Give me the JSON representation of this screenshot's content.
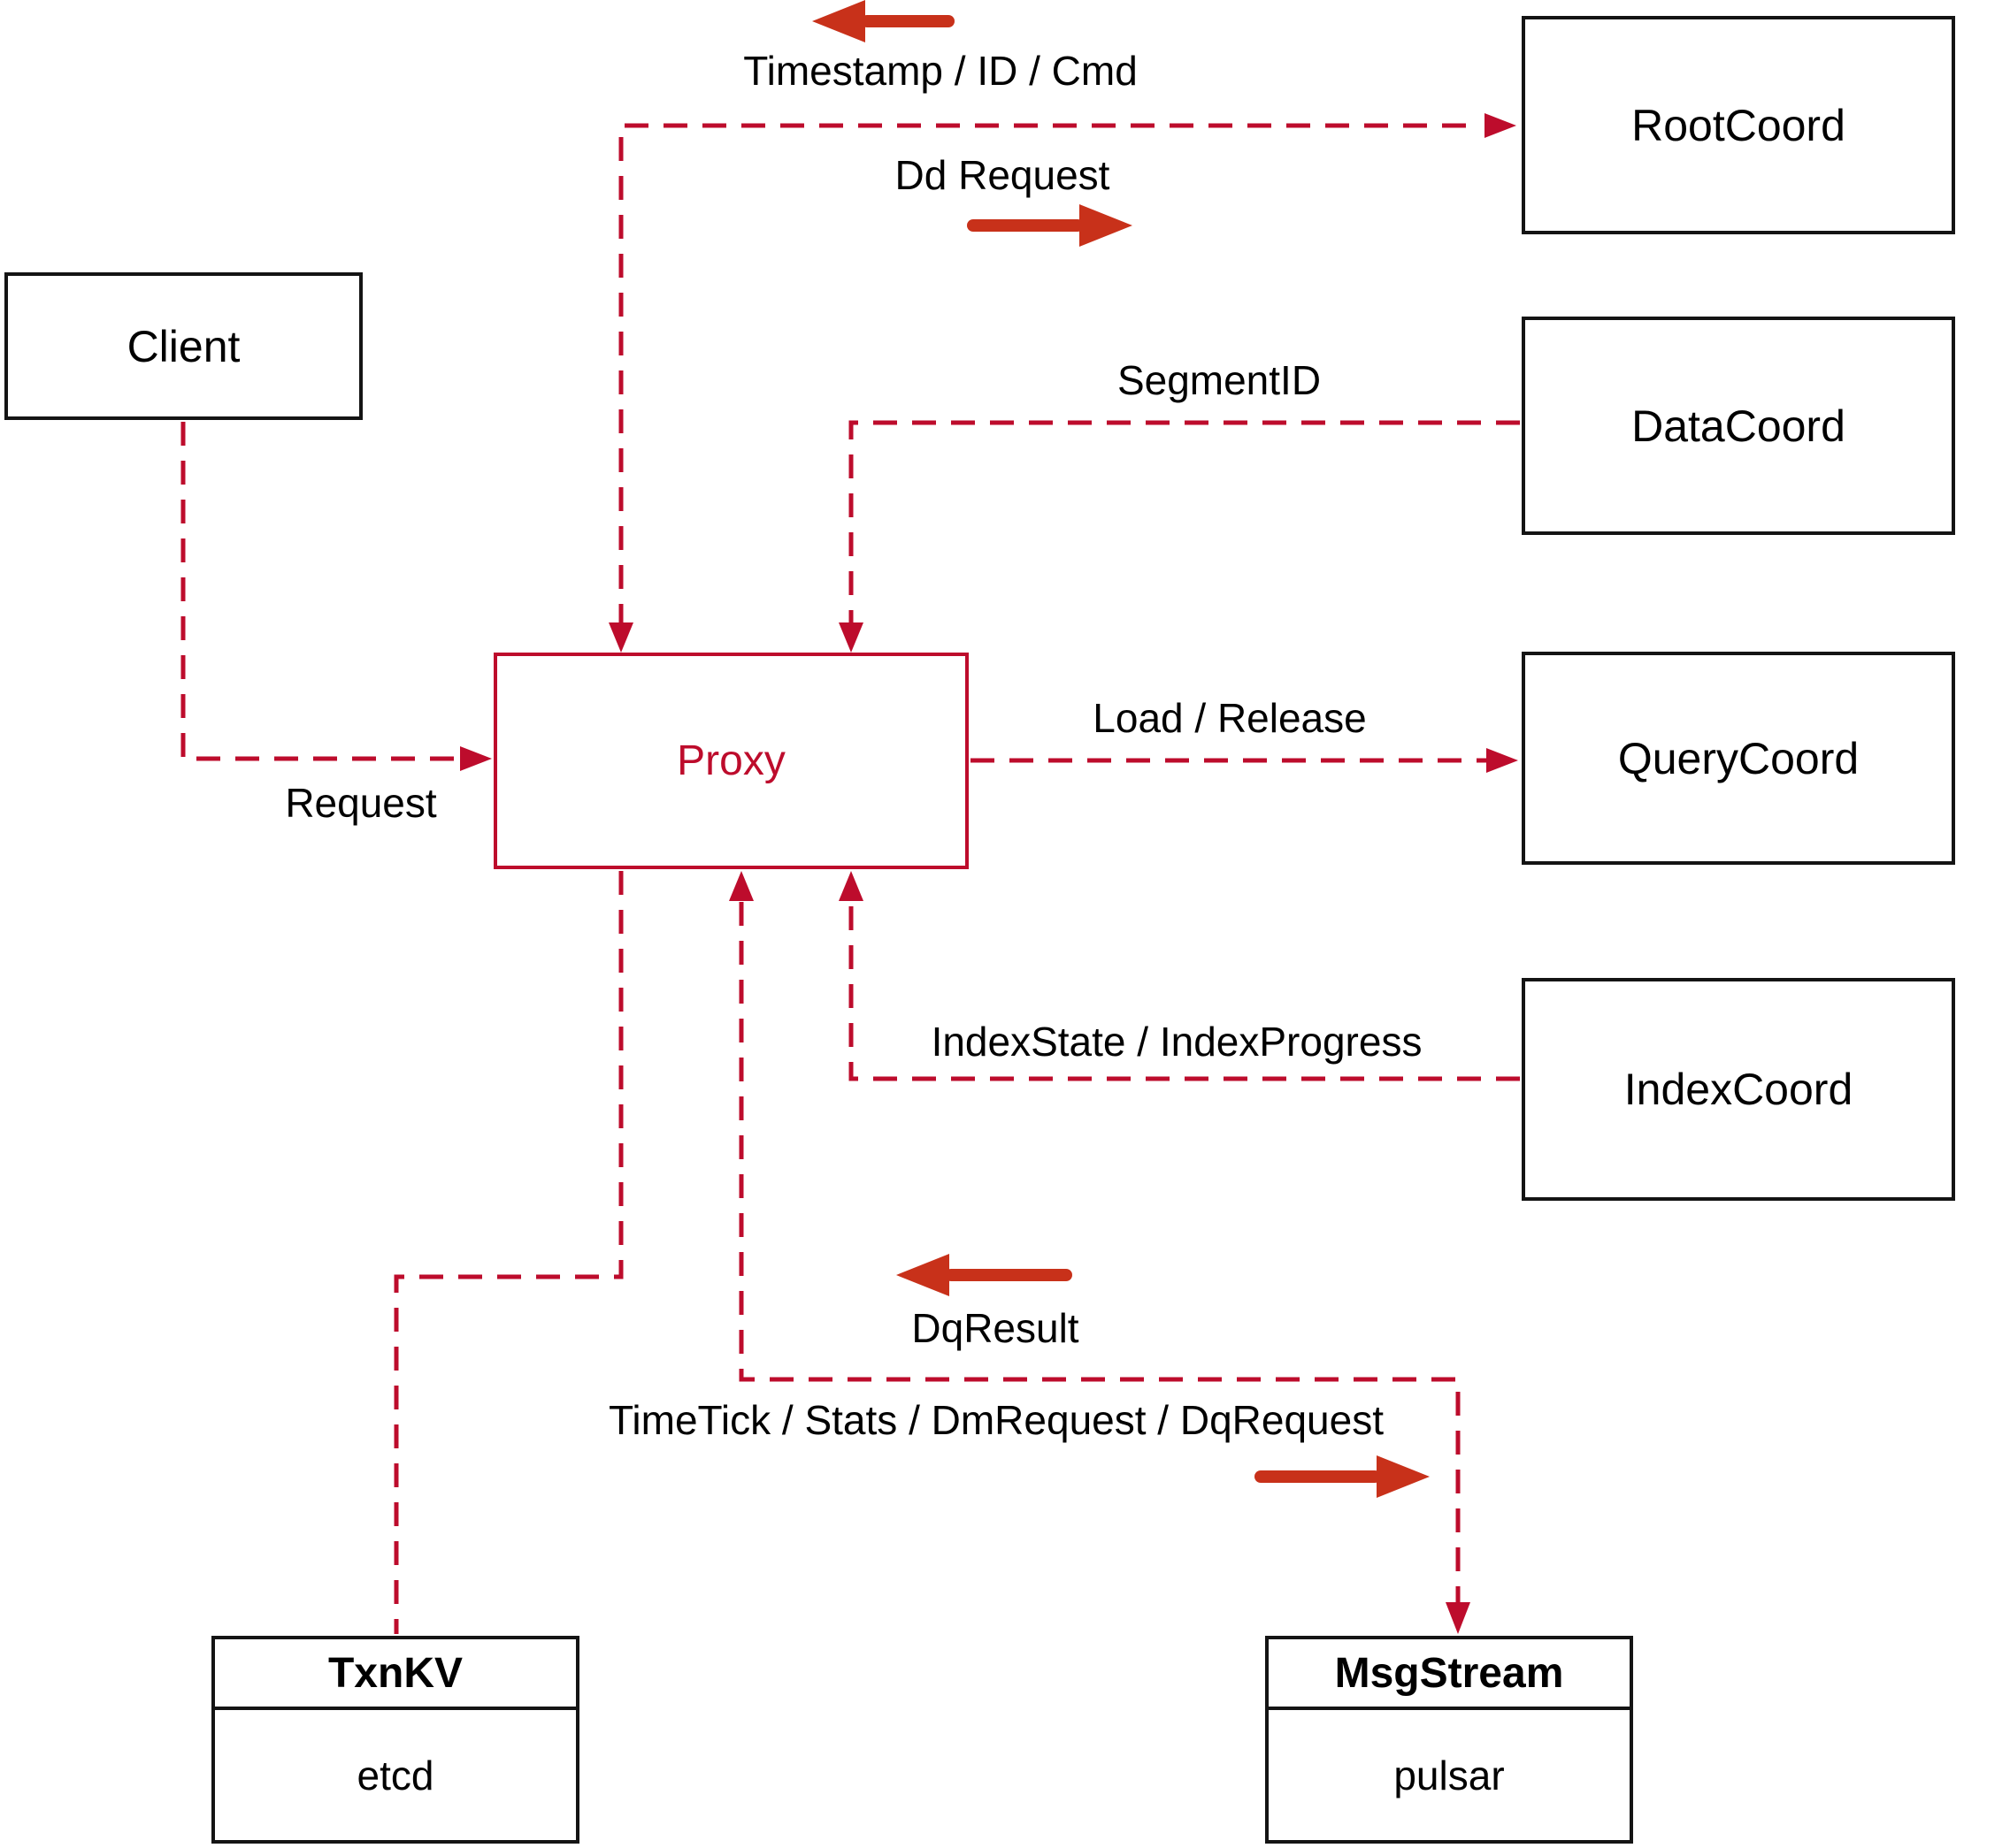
{
  "colors": {
    "background": "#ffffff",
    "line_red": "#bd0c2c",
    "arrow_red": "#c8311a",
    "box_border": "#141414",
    "text": "#000000"
  },
  "diagram": {
    "nodes": {
      "client": {
        "label": "Client"
      },
      "proxy": {
        "label": "Proxy"
      },
      "root_coord": {
        "label": "RootCoord"
      },
      "data_coord": {
        "label": "DataCoord"
      },
      "query_coord": {
        "label": "QueryCoord"
      },
      "index_coord": {
        "label": "IndexCoord"
      },
      "txn_kv": {
        "title": "TxnKV",
        "impl": "etcd"
      },
      "msg_stream": {
        "title": "MsgStream",
        "impl": "pulsar"
      }
    },
    "edge_labels": {
      "timestamp": "Timestamp / ID / Cmd",
      "dd_request": "Dd Request",
      "segment_id": "SegmentID",
      "request": "Request",
      "load_release": "Load / Release",
      "index_state": "IndexState / IndexProgress",
      "dq_result": "DqResult",
      "time_tick": "TimeTick / Stats / DmRequest / DqRequest"
    },
    "connections": [
      {
        "from": "RootCoord",
        "to": "Proxy",
        "style": "dashed",
        "arrows": "both",
        "labels": [
          "Timestamp / ID / Cmd",
          "Dd Request"
        ]
      },
      {
        "from": "DataCoord",
        "to": "Proxy",
        "style": "dashed",
        "arrows": "to-proxy",
        "labels": [
          "SegmentID"
        ]
      },
      {
        "from": "Client",
        "to": "Proxy",
        "style": "dashed",
        "arrows": "to-proxy",
        "labels": [
          "Request"
        ]
      },
      {
        "from": "Proxy",
        "to": "QueryCoord",
        "style": "dashed",
        "arrows": "to-querycoord",
        "labels": [
          "Load / Release"
        ]
      },
      {
        "from": "IndexCoord",
        "to": "Proxy",
        "style": "dashed",
        "arrows": "to-proxy",
        "labels": [
          "IndexState / IndexProgress"
        ]
      },
      {
        "from": "Proxy",
        "to": "TxnKV",
        "style": "dashed",
        "arrows": "none",
        "labels": []
      },
      {
        "from": "Proxy",
        "to": "MsgStream",
        "style": "dashed",
        "arrows": "both",
        "labels": [
          "DqResult",
          "TimeTick / Stats / DmRequest / DqRequest"
        ]
      }
    ]
  }
}
